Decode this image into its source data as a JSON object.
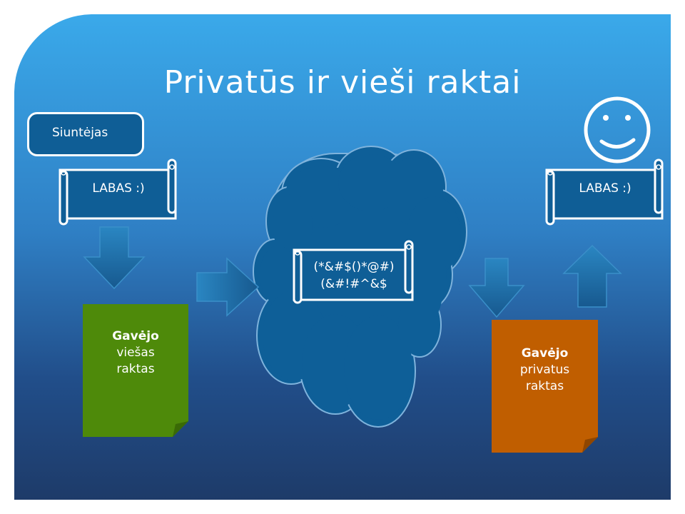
{
  "title": "Privatūs ir vieši raktai",
  "sender_label": "Siuntėjas",
  "plain_message_left": "LABAS :)",
  "plain_message_right": "LABAS :)",
  "cipher_line1": "(*&#$()*@#)",
  "cipher_line2": "(&#!#^&$",
  "public_key_doc": {
    "line1": "Gavėjo",
    "line2": "viešas",
    "line3": "raktas"
  },
  "private_key_doc": {
    "line1": "Gavėjo",
    "line2": "privatus",
    "line3": "raktas"
  },
  "colors": {
    "dark_box": "#0f5e96",
    "cloud": "#0e5f98",
    "arrow": "#1f6ea5",
    "public_key": "#4e8a0a",
    "private_key": "#c05e00"
  }
}
